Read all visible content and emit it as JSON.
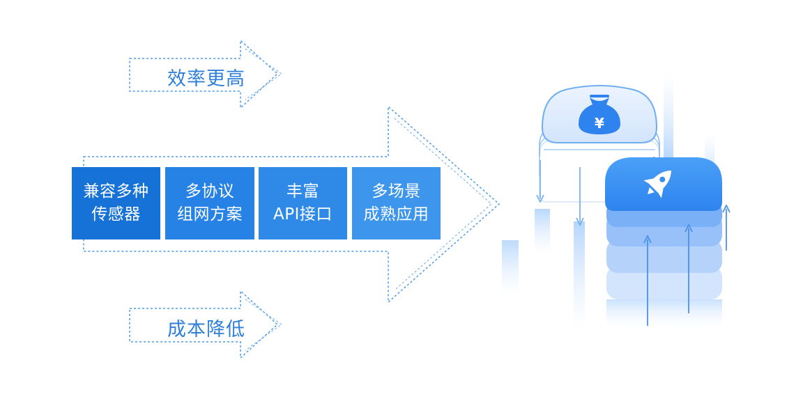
{
  "top_label": "效率更高",
  "bottom_label": "成本降低",
  "features": [
    {
      "line1": "兼容多种",
      "line2": "传感器"
    },
    {
      "line1": "多协议",
      "line2": "组网方案"
    },
    {
      "line1": "丰富",
      "line2": "API接口"
    },
    {
      "line1": "多场景",
      "line2": "成熟应用"
    }
  ],
  "colors": {
    "dashed_outline": "#4a9ae8",
    "box_dark": "#1672d6",
    "box_mid": "#2f89e7",
    "box_light": "#3d95ec",
    "label_blue": "#2f7fd8",
    "stack_blue": "#3d8ff2",
    "stack_light": "#b9d7fb"
  },
  "icons": [
    "money-bag-icon",
    "rocket-icon"
  ]
}
